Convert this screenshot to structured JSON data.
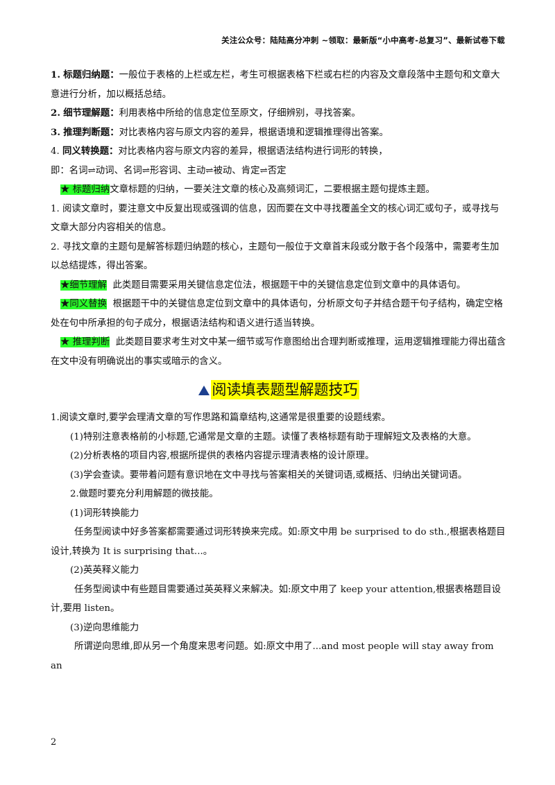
{
  "header": "关注公众号：陆陆高分冲刺 ~领取：最新版“小中高考-总复习”、最新试卷下载",
  "list": [
    {
      "num": "1.",
      "label": "标题归纳题：",
      "text": "一般位于表格的上栏或左栏，考生可根据表格下栏或右栏的内容及文章段落中主题句和文章大意进行分析，加以概括总结。"
    },
    {
      "num": "2.",
      "label": "细节理解题：",
      "text": "利用表格中所给的信息定位至原文，仔细辨别，寻找答案。"
    },
    {
      "num": "3.",
      "label": "推理判断题：",
      "text": "对比表格内容与原文内容的差异，根据语境和逻辑推理得出答案。"
    },
    {
      "num": "4.",
      "label": "同义转换题：",
      "text": "对比表格内容与原文内容的差异，根据语法结构进行词形的转换，"
    }
  ],
  "conversion_line": "即：名词⇌动词、名词⇌形容词、主动⇌被动、肯定⇌否定",
  "tips": [
    {
      "tag": "★ 标题归纳",
      "text": "文章标题的归纳，一要关注文章的核心及高频词汇，二要根据主题句提炼主题。"
    },
    {
      "tag": "★细节理解",
      "text": "此类题目需要采用关键信息定位法，根据题干中的关键信息定位到文章中的具体语句。"
    },
    {
      "tag": "★同义替换",
      "text": "根据题干中的关键信息定位到文章中的具体语句，分析原文句子并结合题干句子结构，确定空格处在句中所承担的句子成分，根据语法结构和语义进行适当转换。"
    },
    {
      "tag": "★ 推理判断",
      "text": "此类题目要求考生对文中某一细节或写作意图给出合理判断或推理，运用逻辑推理能力得出蕴含在文中没有明确说出的事实或暗示的含义。"
    }
  ],
  "title_points": [
    "1. 阅读文章时，要注意文中反复出现或强调的信息，因而要在文中寻找覆盖全文的核心词汇或句子，或寻找与文章大部分内容相关的信息。",
    "2. 寻找文章的主题句是解答标题归纳题的核心，主题句一般位于文章首末段或分散于各个段落中，需要考生加以总结提炼，得出答案。"
  ],
  "section_title": "阅读填表题型解题技巧",
  "section_lines": [
    "1.阅读文章时,要学会理清文章的写作思路和篇章结构,这通常是很重要的设题线索。",
    "(1)特别注意表格前的小标题,它通常是文章的主题。读懂了表格标题有助于理解短文及表格的大意。",
    "(2)分析表格的项目内容,根据所提供的表格内容提示理清表格的设计原理。",
    "(3)学会查读。要带着问题有意识地在文中寻找与答案相关的关键词语,或概括、归纳出关键词语。",
    "2.做题时要充分利用解题的微技能。",
    "(1)词形转换能力",
    "任务型阅读中好多答案都需要通过词形转换来完成。如:原文中用 be surprised to do sth.,根据表格题目设计,转换为 It is surprising that...。",
    "(2)英英释义能力",
    "任务型阅读中有些题目需要通过英英释义来解决。如:原文中用了 keep your attention,根据表格题目设计,要用 listen。",
    "(3)逆向思维能力",
    "所谓逆向思维,即从另一个角度来思考问题。如:原文中用了...and most people will stay away from an"
  ],
  "page_number": "2",
  "colors": {
    "highlight_green": "#2aff2a",
    "highlight_yellow": "#ffff00",
    "triangle": "#1c3f8f"
  }
}
